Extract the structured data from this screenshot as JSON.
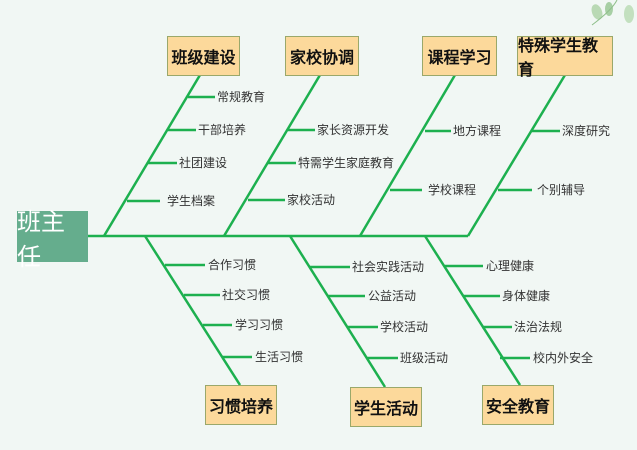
{
  "head": "班主任",
  "categories": {
    "top": [
      {
        "title": "班级建设",
        "items": [
          "常规教育",
          "干部培养",
          "社团建设",
          "学生档案"
        ]
      },
      {
        "title": "家校协调",
        "items": [
          "家长资源开发",
          "特需学生家庭教育",
          "家校活动"
        ]
      },
      {
        "title": "课程学习",
        "items": [
          "地方课程",
          "学校课程"
        ]
      },
      {
        "title": "特殊学生教育",
        "items": [
          "深度研究",
          "个别辅导"
        ]
      }
    ],
    "bottom": [
      {
        "title": "习惯培养",
        "items": [
          "合作习惯",
          "社交习惯",
          "学习习惯",
          "生活习惯"
        ]
      },
      {
        "title": "学生活动",
        "items": [
          "社会实践活动",
          "公益活动",
          "学校活动",
          "班级活动"
        ]
      },
      {
        "title": "安全教育",
        "items": [
          "心理健康",
          "身体健康",
          "法治法规",
          "校内外安全"
        ]
      }
    ]
  },
  "colors": {
    "bone": "#1db04f",
    "head": "#65ad8d",
    "box": "#fcd99b"
  }
}
